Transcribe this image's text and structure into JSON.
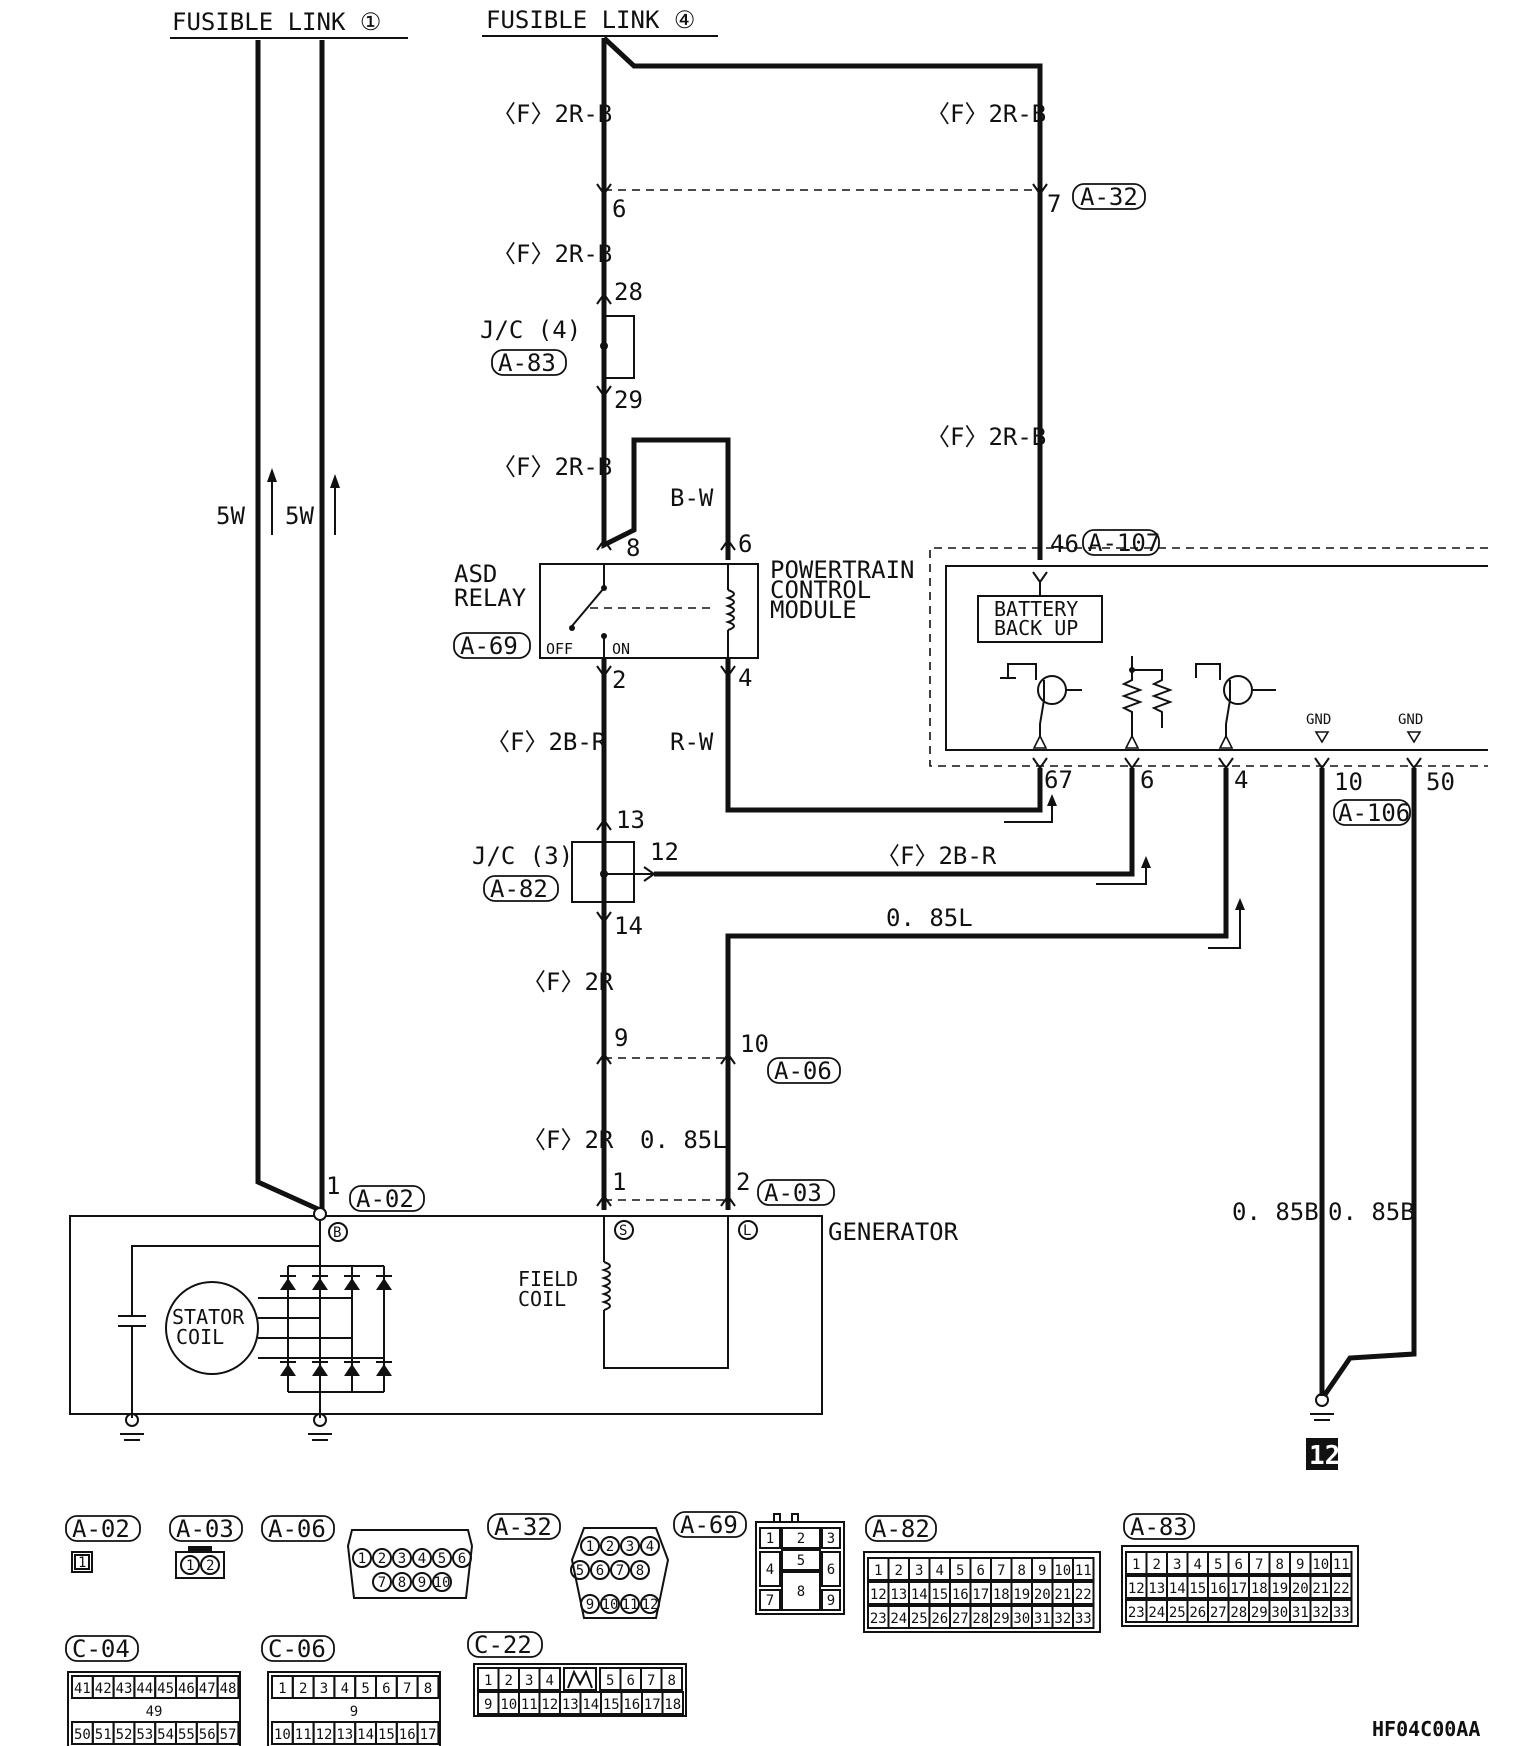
{
  "header": {
    "fusible_link_1": "FUSIBLE LINK ①",
    "fusible_link_4": "FUSIBLE LINK ④"
  },
  "wires": {
    "f_2r_b": "〈F〉2R-B",
    "f_2b_r": "〈F〉2B-R",
    "f_2r": "〈F〉2R",
    "b_w": "B-W",
    "r_w": "R-W",
    "l_085": "0. 85L",
    "b_085": "0. 85B",
    "w_5": "5W"
  },
  "connectors": {
    "a02": "A-02",
    "a03": "A-03",
    "a06": "A-06",
    "a32": "A-32",
    "a69": "A-69",
    "a82": "A-82",
    "a83": "A-83",
    "a106": "A-106",
    "a107": "A-107",
    "c04": "C-04",
    "c06": "C-06",
    "c22": "C-22"
  },
  "pins": {
    "p1": "1",
    "p2": "2",
    "p4": "4",
    "p6": "6",
    "p7": "7",
    "p8": "8",
    "p9": "9",
    "p10": "10",
    "p12": "12",
    "p13": "13",
    "p14": "14",
    "p28": "28",
    "p29": "29",
    "p46": "46",
    "p50": "50",
    "p67": "67"
  },
  "components": {
    "jc4": "J/C (4)",
    "jc3": "J/C (3)",
    "asd_1": "ASD",
    "asd_2": "RELAY",
    "off": "OFF",
    "on": "ON",
    "pcm_1": "POWERTRAIN",
    "pcm_2": "CONTROL",
    "pcm_3": "MODULE",
    "battery_1": "BATTERY",
    "battery_2": "BACK UP",
    "gnd": "GND",
    "generator": "GENERATOR",
    "field_1": "FIELD",
    "field_2": "COIL",
    "stator_1": "STATOR",
    "stator_2": "COIL",
    "term_b": "B",
    "term_s": "S",
    "term_l": "L",
    "ground_no": "12"
  },
  "connector_views": {
    "a02_pins": [
      "1"
    ],
    "a03_pins": [
      "1",
      "2"
    ],
    "a06_row1": [
      "1",
      "2",
      "3",
      "4",
      "5",
      "6"
    ],
    "a06_row2": [
      "7",
      "8",
      "9",
      "10"
    ],
    "a32_row1": [
      "1",
      "2",
      "3",
      "4"
    ],
    "a32_row2": [
      "5",
      "6",
      "7",
      "8"
    ],
    "a32_row3": [
      "9",
      "10",
      "11",
      "12"
    ],
    "a69_cells": [
      "1",
      "2",
      "3",
      "4",
      "5",
      "6",
      "7",
      "8",
      "9"
    ],
    "jc_row1": [
      "1",
      "2",
      "3",
      "4",
      "5",
      "6",
      "7",
      "8",
      "9",
      "10",
      "11"
    ],
    "jc_row2": [
      "12",
      "13",
      "14",
      "15",
      "16",
      "17",
      "18",
      "19",
      "20",
      "21",
      "22"
    ],
    "jc_row3": [
      "23",
      "24",
      "25",
      "26",
      "27",
      "28",
      "29",
      "30",
      "31",
      "32",
      "33"
    ],
    "c04_row1": [
      "41",
      "42",
      "43",
      "44",
      "45",
      "46",
      "47",
      "48"
    ],
    "c04_mid": "49",
    "c04_row3": [
      "50",
      "51",
      "52",
      "53",
      "54",
      "55",
      "56",
      "57"
    ],
    "c06_row1": [
      "1",
      "2",
      "3",
      "4",
      "5",
      "6",
      "7",
      "8"
    ],
    "c06_mid": "9",
    "c06_row3": [
      "10",
      "11",
      "12",
      "13",
      "14",
      "15",
      "16",
      "17"
    ],
    "c22_row1_left": [
      "1",
      "2",
      "3",
      "4"
    ],
    "c22_row1_right": [
      "5",
      "6",
      "7",
      "8"
    ],
    "c22_row2": [
      "9",
      "10",
      "11",
      "12",
      "13",
      "14",
      "15",
      "16",
      "17",
      "18"
    ]
  },
  "footer": {
    "figure_code": "HF04C00AA"
  }
}
